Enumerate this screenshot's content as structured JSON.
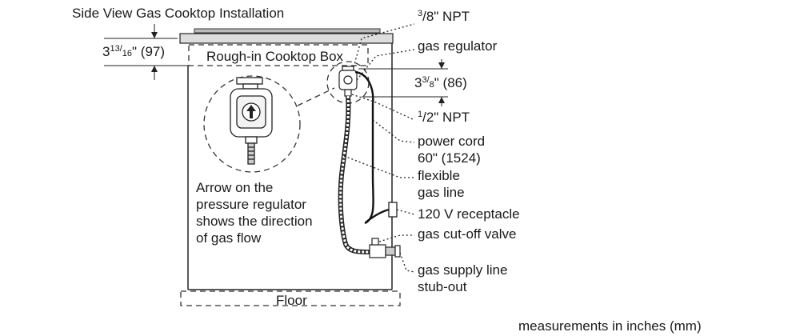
{
  "title": "Side View Gas Cooktop Installation",
  "dimensions": {
    "top_gap": {
      "whole": "3",
      "num": "13",
      "den": "16",
      "rest": "\" (97)"
    },
    "reg_drop": {
      "whole": "3",
      "num": "3",
      "den": "8",
      "rest": "\" (86)"
    }
  },
  "labels": {
    "rough_in_box": "Rough-in Cooktop Box",
    "npt_top": {
      "num": "3",
      "rest": "/8\" NPT"
    },
    "gas_regulator": "gas regulator",
    "npt_bottom": {
      "num": "1",
      "rest": "/2\" NPT"
    },
    "power_cord_1": "power cord",
    "power_cord_2": "60\" (1524)",
    "flexible_1": "flexible",
    "flexible_2": "gas line",
    "receptacle": "120 V receptacle",
    "cutoff_valve": "gas cut-off valve",
    "supply_1": "gas supply line",
    "supply_2": "stub-out",
    "floor": "Floor"
  },
  "note_lines": [
    "Arrow on the",
    "pressure regulator",
    "shows the direction",
    "of gas flow"
  ],
  "footer": "measurements in inches (mm)"
}
